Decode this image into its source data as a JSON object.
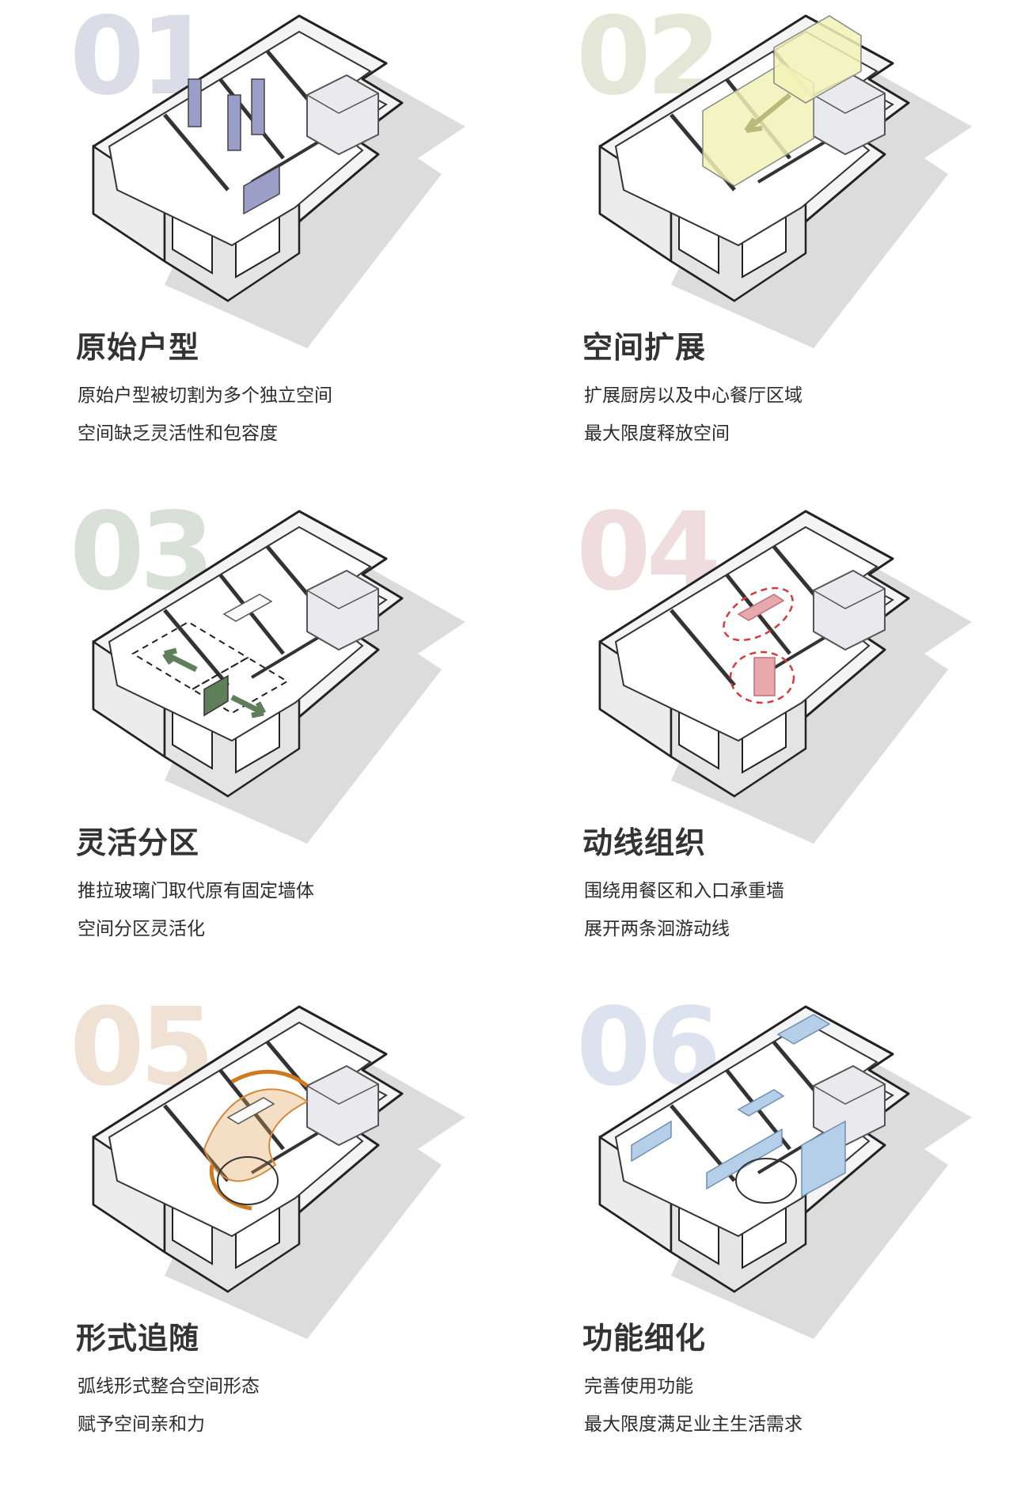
{
  "panels": [
    {
      "number": "01",
      "number_color": "#dcdbe8",
      "title": "原始户型",
      "lines": [
        "原始户型被切割为多个独立空间",
        "空间缺乏灵活性和包容度"
      ],
      "highlight": "partition-walls",
      "accent": "#9a9ec9"
    },
    {
      "number": "02",
      "number_color": "#e4e6d8",
      "title": "空间扩展",
      "lines": [
        "扩展厨房以及中心餐厅区域",
        "最大限度释放空间"
      ],
      "highlight": "expansion-volumes",
      "accent": "#f2f2b8"
    },
    {
      "number": "03",
      "number_color": "#d9e0d8",
      "title": "灵活分区",
      "lines": [
        "推拉玻璃门取代原有固定墙体",
        "空间分区灵活化"
      ],
      "highlight": "sliding-doors",
      "accent": "#5f7f5a"
    },
    {
      "number": "04",
      "number_color": "#efdcde",
      "title": "动线组织",
      "lines": [
        "围绕用餐区和入口承重墙",
        "展开两条洄游动线"
      ],
      "highlight": "circulation-loops",
      "accent": "#e8a9ae"
    },
    {
      "number": "05",
      "number_color": "#efe2d4",
      "title": "形式追随",
      "lines": [
        "弧线形式整合空间形态",
        "赋予空间亲和力"
      ],
      "highlight": "arc-form",
      "accent": "#e0a35a"
    },
    {
      "number": "06",
      "number_color": "#dde3ee",
      "title": "功能细化",
      "lines": [
        "完善使用功能",
        "最大限度满足业主生活需求"
      ],
      "highlight": "built-in-furniture",
      "accent": "#b5cfe9"
    }
  ]
}
